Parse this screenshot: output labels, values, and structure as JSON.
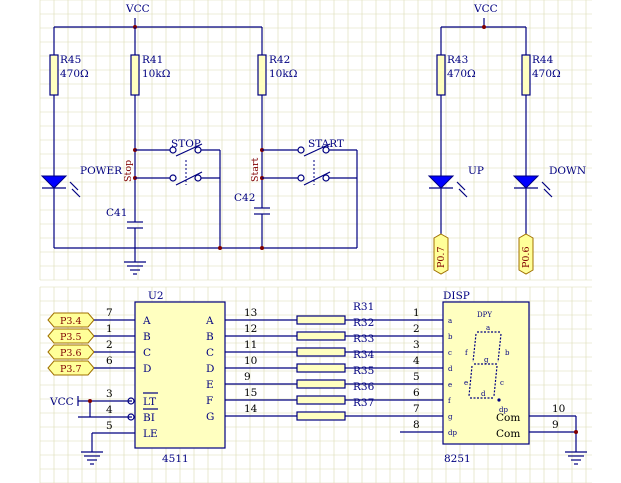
{
  "power": {
    "vcc_left": "VCC",
    "vcc_right": "VCC",
    "vcc_chip": "VCC"
  },
  "resistors": [
    {
      "ref": "R45",
      "value": "470Ω"
    },
    {
      "ref": "R41",
      "value": "10kΩ"
    },
    {
      "ref": "R42",
      "value": "10kΩ"
    },
    {
      "ref": "R43",
      "value": "470Ω"
    },
    {
      "ref": "R44",
      "value": "470Ω"
    }
  ],
  "leds": {
    "power": "POWER",
    "up": "UP",
    "down": "DOWN"
  },
  "switches": {
    "stop": "STOP",
    "start": "START"
  },
  "nets": {
    "stop": "Stop",
    "start": "Start"
  },
  "capacitors": [
    "C41",
    "C42"
  ],
  "ports_top": [
    "P0.7",
    "P0.6"
  ],
  "ports_left": [
    "P3.4",
    "P3.5",
    "P3.6",
    "P3.7"
  ],
  "u2": {
    "ref": "U2",
    "name": "4511",
    "left_pins": [
      {
        "num": "7",
        "name": "A"
      },
      {
        "num": "1",
        "name": "B"
      },
      {
        "num": "2",
        "name": "C"
      },
      {
        "num": "6",
        "name": "D"
      },
      {
        "num": "3",
        "name": "LT"
      },
      {
        "num": "4",
        "name": "BI"
      },
      {
        "num": "5",
        "name": "LE"
      }
    ],
    "right_pins": [
      {
        "num": "13",
        "name": "A"
      },
      {
        "num": "12",
        "name": "B"
      },
      {
        "num": "11",
        "name": "C"
      },
      {
        "num": "10",
        "name": "D"
      },
      {
        "num": "9",
        "name": "E"
      },
      {
        "num": "15",
        "name": "F"
      },
      {
        "num": "14",
        "name": "G"
      }
    ]
  },
  "series_resistors": [
    "R31",
    "R32",
    "R33",
    "R34",
    "R35",
    "R36",
    "R37"
  ],
  "disp": {
    "ref": "DISP",
    "name": "8251",
    "title": "DPY",
    "left_pins": [
      {
        "num": "1",
        "seg": "a"
      },
      {
        "num": "2",
        "seg": "b"
      },
      {
        "num": "3",
        "seg": "c"
      },
      {
        "num": "4",
        "seg": "d"
      },
      {
        "num": "5",
        "seg": "e"
      },
      {
        "num": "6",
        "seg": "f"
      },
      {
        "num": "7",
        "seg": "g"
      },
      {
        "num": "8",
        "seg": "dp"
      }
    ],
    "inner": {
      "a": "a",
      "b": "b",
      "c": "c",
      "d": "d",
      "e": "e",
      "f": "f",
      "g": "g",
      "dp": "dp"
    },
    "com_pins": [
      {
        "num": "10",
        "name": "Com"
      },
      {
        "num": "9",
        "name": "Com"
      }
    ]
  }
}
